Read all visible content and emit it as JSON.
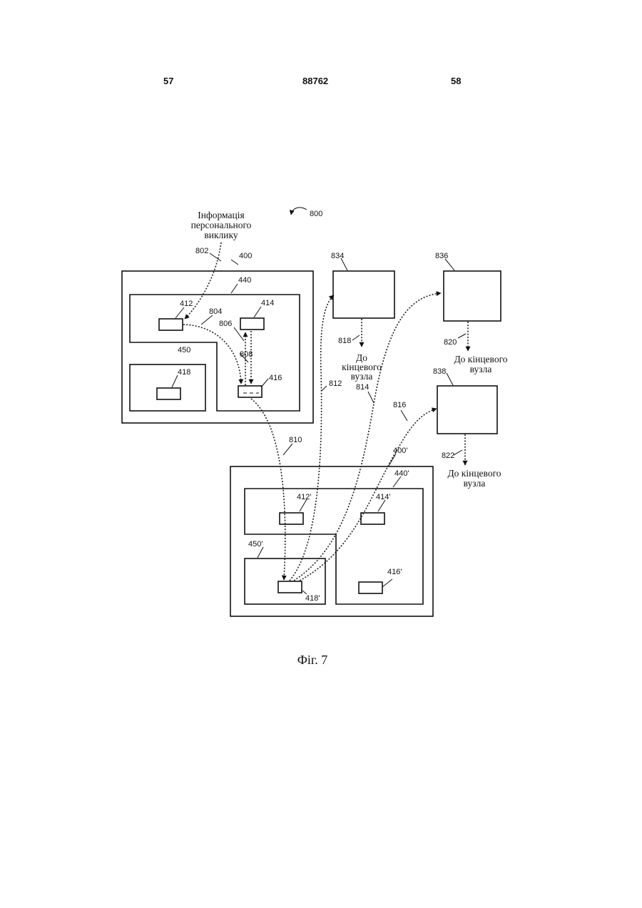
{
  "header": {
    "page_left": "57",
    "patent_number": "88762",
    "page_right": "58"
  },
  "figure": {
    "caption": "Фіг. 7",
    "ref_main": "800",
    "input_label_lines": [
      "Інформація",
      "персонального",
      "виклику"
    ],
    "dest_label_a_lines": [
      "До",
      "кінцевого",
      "вузла"
    ],
    "dest_label_b_lines": [
      "До кінцевого",
      "вузла"
    ],
    "dest_label_c_lines": [
      "До кінцевого",
      "вузла"
    ],
    "refs": {
      "r802": "802",
      "r400": "400",
      "r440": "440",
      "r412": "412",
      "r804": "804",
      "r414": "414",
      "r806": "806",
      "r808": "808",
      "r416": "416",
      "r450": "450",
      "r418": "418",
      "r834": "834",
      "r836": "836",
      "r818": "818",
      "r820": "820",
      "r838": "838",
      "r812": "812",
      "r814": "814",
      "r816": "816",
      "r822": "822",
      "r810": "810",
      "r400p": "400'",
      "r440p": "440'",
      "r412p": "412'",
      "r414p": "414'",
      "r450p": "450'",
      "r416p": "416'",
      "r418p": "418'"
    }
  }
}
